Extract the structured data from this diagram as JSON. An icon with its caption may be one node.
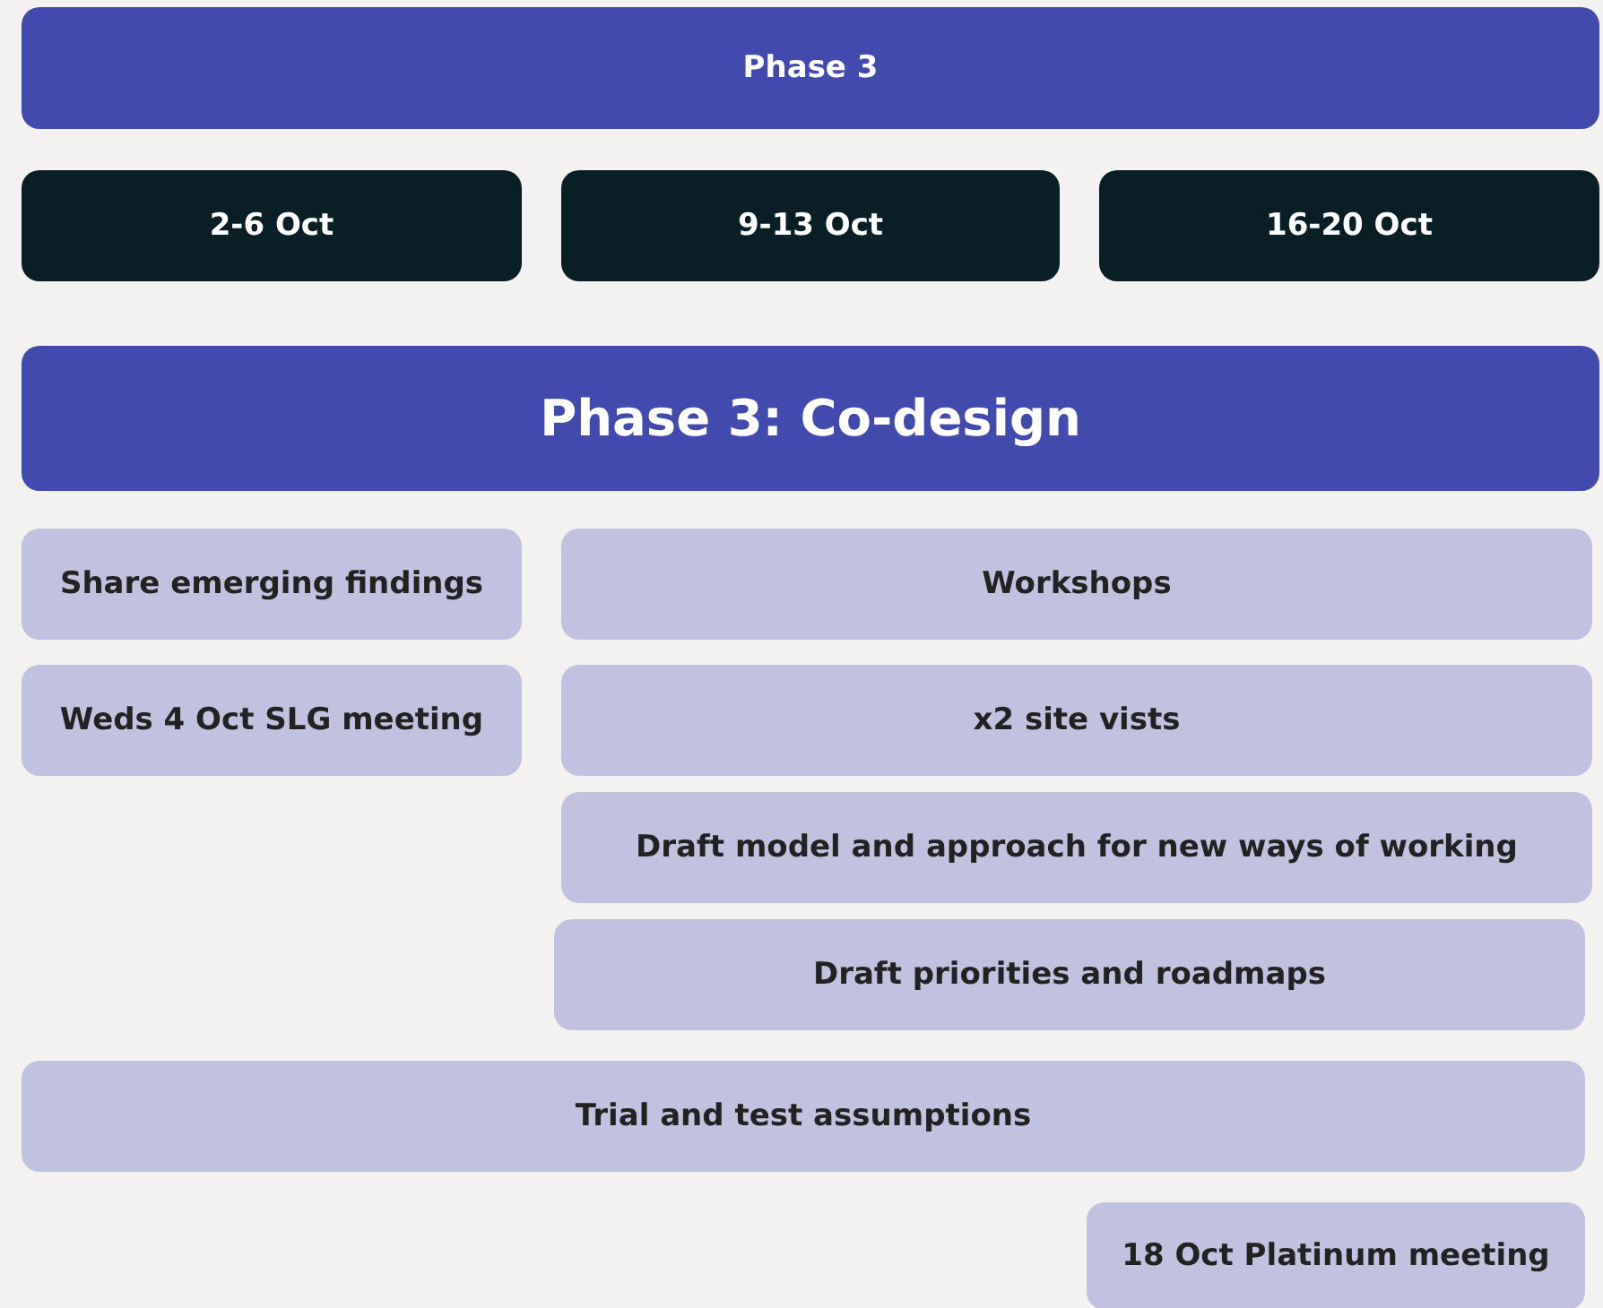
{
  "diagram": {
    "nodes": [
      {
        "text": [
          "Phase 3"
        ]
      },
      {
        "text": [
          "2-6 Oct"
        ]
      },
      {
        "text": [
          "9-13 Oct"
        ]
      },
      {
        "text": [
          "16-20 Oct"
        ]
      },
      {
        "text": [
          "Phase 3: Co-design"
        ]
      },
      {
        "text": [
          "Share emerging findings"
        ]
      },
      {
        "text": [
          "Workshops"
        ]
      },
      {
        "text": [
          "Weds 4 Oct SLG meeting"
        ]
      },
      {
        "text": [
          "x2 site vists"
        ]
      },
      {
        "text": [
          "Draft model and approach for new ways of working"
        ]
      },
      {
        "text": [
          "Draft priorities and roadmaps"
        ]
      },
      {
        "text": [
          "Trial and test assumptions"
        ]
      },
      {
        "text": [
          "18 Oct Platinum meeting"
        ]
      }
    ]
  }
}
